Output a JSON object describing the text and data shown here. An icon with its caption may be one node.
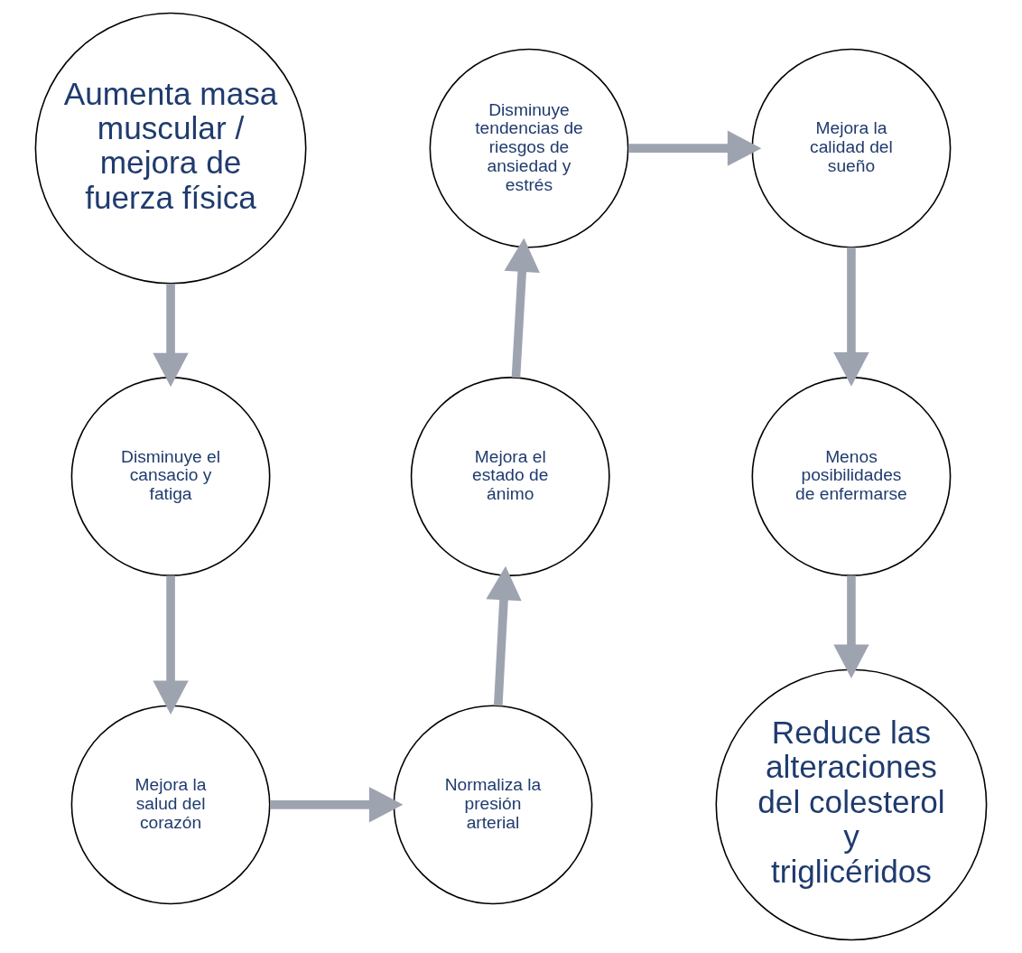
{
  "diagram": {
    "nodes": [
      {
        "text": [
          "Aumenta masa muscular / mejora de fuerza física"
        ]
      },
      {
        "text": [
          "Disminuye el cansacio y fatiga"
        ]
      },
      {
        "text": [
          "Mejora la salud del corazón"
        ]
      },
      {
        "text": [
          "Normaliza la presión arterial"
        ]
      },
      {
        "text": [
          "Mejora el estado de ánimo"
        ]
      },
      {
        "text": [
          "Disminuye tendencias de riesgos de ansiedad y estrés"
        ]
      },
      {
        "text": [
          "Mejora la calidad del sueño"
        ]
      },
      {
        "text": [
          "Menos posibilidades de enfermarse"
        ]
      },
      {
        "text": [
          "Reduce las alteraciones del colesterol y triglicéridos"
        ]
      }
    ],
    "edges": [
      {
        "from": 0,
        "to": 1,
        "arrow": "to"
      },
      {
        "from": 1,
        "to": 2,
        "arrow": "to"
      },
      {
        "from": 2,
        "to": 3,
        "arrow": "to"
      },
      {
        "from": 3,
        "to": 4,
        "arrow": "to"
      },
      {
        "from": 4,
        "to": 5,
        "arrow": "to"
      },
      {
        "from": 5,
        "to": 6,
        "arrow": "to"
      },
      {
        "from": 6,
        "to": 7,
        "arrow": "to"
      },
      {
        "from": 7,
        "to": 8,
        "arrow": "to"
      }
    ]
  }
}
